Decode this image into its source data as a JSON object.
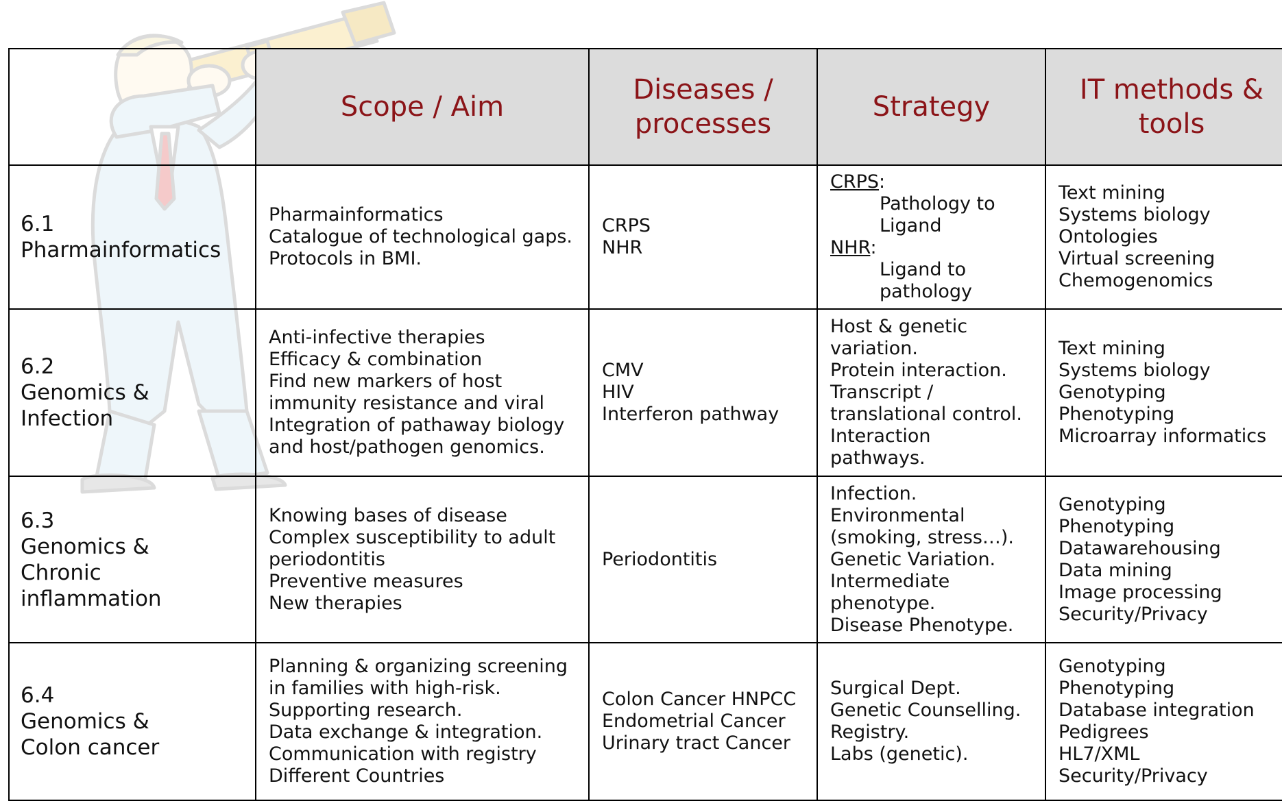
{
  "table": {
    "headers": [
      "",
      "Scope / Aim",
      "Diseases /\nprocesses",
      "Strategy",
      "IT methods &\ntools"
    ],
    "rows": [
      {
        "label": "6.1\nPharmainformatics",
        "scope": "Pharmainformatics\nCatalogue of technological gaps.\nProtocols in BMI.",
        "diseases": "CRPS\nNHR",
        "strategy": {
          "crps_label": "CRPS",
          "crps_text": "Pathology to\nLigand",
          "nhr_label": "NHR",
          "nhr_text": "Ligand to\npathology"
        },
        "it": "Text mining\nSystems biology\nOntologies\nVirtual screening\nChemogenomics"
      },
      {
        "label": "6.2\nGenomics &\nInfection",
        "scope": "Anti-infective therapies\nEfficacy & combination\nFind new markers of host\nimmunity resistance and viral\nIntegration of pathaway biology\nand host/pathogen genomics.",
        "diseases": "CMV\nHIV\nInterferon pathway",
        "strategy": "Host & genetic\nvariation.\nProtein interaction.\nTranscript /\ntranslational control.\nInteraction\npathways.",
        "it": "Text mining\nSystems biology\nGenotyping\nPhenotyping\nMicroarray informatics"
      },
      {
        "label": "6.3\nGenomics &\nChronic\ninflammation",
        "scope": "Knowing bases of disease\nComplex susceptibility to adult\nperiodontitis\nPreventive measures\nNew therapies",
        "diseases": "Periodontitis",
        "strategy": "Infection.\nEnvironmental\n(smoking, stress…).\nGenetic Variation.\nIntermediate\nphenotype.\nDisease Phenotype.",
        "it": "Genotyping\nPhenotyping\nDatawarehousing\nData mining\nImage processing\nSecurity/Privacy"
      },
      {
        "label": "6.4\nGenomics &\nColon cancer",
        "scope": "Planning & organizing screening\nin families with high-risk.\nSupporting research.\nData exchange & integration.\nCommunication with registry\nDifferent Countries",
        "diseases": "Colon Cancer HNPCC\nEndometrial Cancer\nUrinary tract Cancer",
        "strategy": "Surgical Dept.\nGenetic Counselling.\nRegistry.\nLabs (genetic).",
        "it": "Genotyping\nPhenotyping\nDatabase integration\nPedigrees\nHL7/XML\nSecurity/Privacy"
      }
    ]
  },
  "colors": {
    "header_text": "#8b1418",
    "header_bg": "#dcdcdc",
    "border": "#000000"
  },
  "decoration": {
    "clipart": "businessman-telescope-icon"
  }
}
